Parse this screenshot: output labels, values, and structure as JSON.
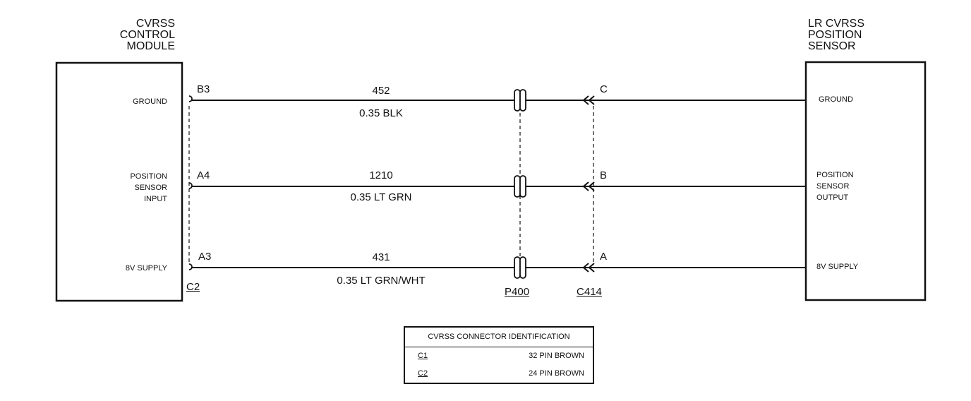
{
  "left_module": {
    "title_lines": [
      "CVRSS",
      "CONTROL",
      "MODULE"
    ],
    "pins": [
      {
        "label_lines": [
          "GROUND"
        ],
        "pin": "B3"
      },
      {
        "label_lines": [
          "POSITION",
          "SENSOR",
          "INPUT"
        ],
        "pin": "A4"
      },
      {
        "label_lines": [
          "8V SUPPLY"
        ],
        "pin": "A3"
      }
    ],
    "connector": "C2"
  },
  "right_module": {
    "title_lines": [
      "LR CVRSS",
      "POSITION",
      "SENSOR"
    ],
    "pins": [
      {
        "label_lines": [
          "GROUND"
        ],
        "pin": "C"
      },
      {
        "label_lines": [
          "POSITION",
          "SENSOR",
          "OUTPUT"
        ],
        "pin": "B"
      },
      {
        "label_lines": [
          "8V SUPPLY"
        ],
        "pin": "A"
      }
    ]
  },
  "wires": [
    {
      "circuit": "452",
      "spec": "0.35 BLK"
    },
    {
      "circuit": "1210",
      "spec": "0.35 LT GRN"
    },
    {
      "circuit": "431",
      "spec": "0.35 LT GRN/WHT"
    }
  ],
  "inline_connectors": [
    "P400",
    "C414"
  ],
  "connector_table": {
    "header": "CVRSS CONNECTOR IDENTIFICATION",
    "rows": [
      {
        "connector": "C1",
        "description": "32 PIN BROWN"
      },
      {
        "connector": "C2",
        "description": "24 PIN BROWN"
      }
    ]
  }
}
